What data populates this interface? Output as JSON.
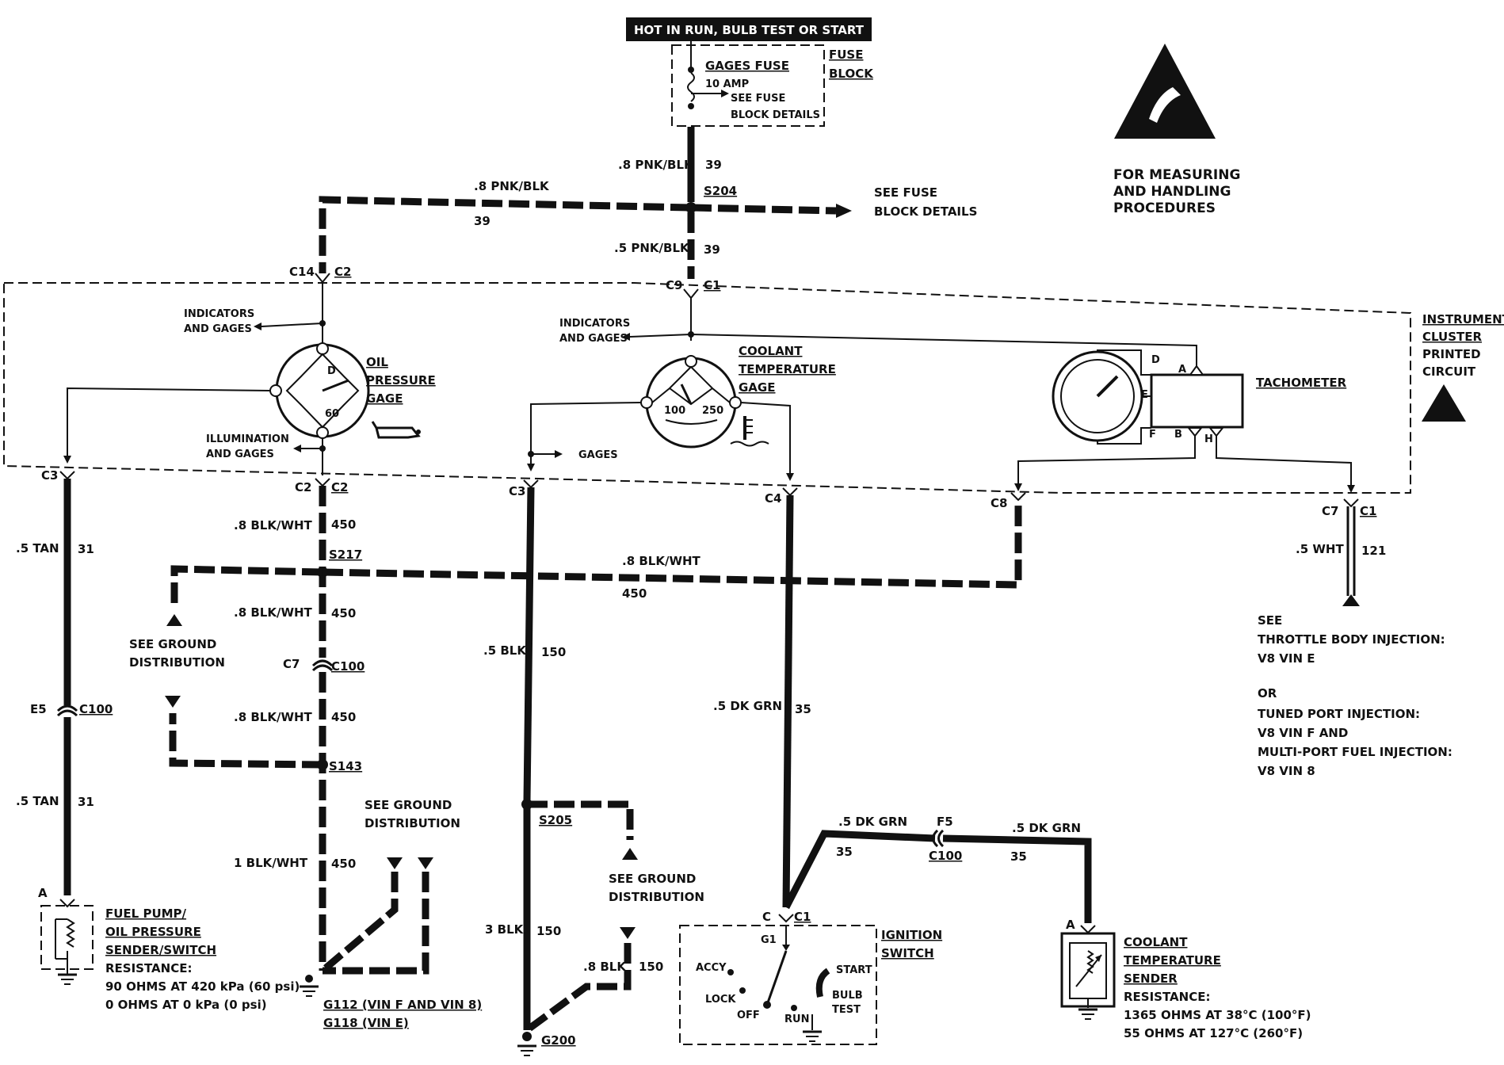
{
  "header": {
    "power": "HOT IN RUN, BULB TEST OR START"
  },
  "fuse_block": {
    "fuse_name": "GAGES FUSE",
    "fuse_rating": "10 AMP",
    "see_1": "SEE FUSE",
    "see_2": "BLOCK DETAILS",
    "block_1": "FUSE",
    "block_2": "BLOCK"
  },
  "esd": {
    "line1": "FOR MEASURING",
    "line2": "AND HANDLING",
    "line3": "PROCEDURES"
  },
  "feed": {
    "top_wire": ".8 PNK/BLK",
    "top_num": "39",
    "branch_wire": ".8 PNK/BLK",
    "branch_num": "39",
    "splice": "S204",
    "see_fuse_1": "SEE FUSE",
    "see_fuse_2": "BLOCK DETAILS",
    "mid_wire": ".5 PNK/BLK",
    "mid_num": "39"
  },
  "connectors": {
    "c14": "C14",
    "c2a": "C2",
    "c9": "C9",
    "c1a": "C1",
    "c3a": "C3",
    "c2b": "C2",
    "c2c": "C2",
    "c3b": "C3",
    "c4": "C4",
    "c8": "C8",
    "c7": "C7",
    "c1b": "C1"
  },
  "cluster": {
    "title_1": "INSTRUMENT",
    "title_2": "CLUSTER",
    "title_3": "PRINTED",
    "title_4": "CIRCUIT",
    "ind_1a": "INDICATORS",
    "ind_1b": "AND GAGES",
    "ind_2a": "INDICATORS",
    "ind_2b": "AND GAGES",
    "illum_1": "ILLUMINATION",
    "illum_2": "AND GAGES",
    "gages": "GAGES"
  },
  "oil_gage": {
    "l1": "OIL",
    "l2": "PRESSURE",
    "l3": "GAGE",
    "d": "D",
    "val": "60"
  },
  "coolant_gage": {
    "l1": "COOLANT",
    "l2": "TEMPERATURE",
    "l3": "GAGE",
    "v1": "100",
    "v2": "250"
  },
  "tach": {
    "label": "TACHOMETER",
    "pa": "A",
    "pd": "D",
    "pe": "E",
    "pf": "F",
    "pb": "B",
    "ph": "H"
  },
  "left_circuit": {
    "wire_1": ".5 TAN",
    "num_1": "31",
    "e5": "E5",
    "c100": "C100",
    "wire_2": ".5 TAN",
    "num_2": "31",
    "pin_a": "A",
    "sender_1": "FUEL PUMP/",
    "sender_2": "OIL PRESSURE",
    "sender_3": "SENDER/SWITCH",
    "res": "RESISTANCE:",
    "res_1": "90 OHMS AT 420 kPa (60 psi)",
    "res_2": "0 OHMS AT 0 kPa (0 psi)"
  },
  "ground_circuit": {
    "wire_1": ".8 BLK/WHT",
    "num_1": "450",
    "s217": "S217",
    "see_gnd_1": "SEE GROUND",
    "see_gnd_2": "DISTRIBUTION",
    "wire_2": ".8 BLK/WHT",
    "num_2": "450",
    "c7": "C7",
    "c100": "C100",
    "wire_3": ".8 BLK/WHT",
    "num_3": "450",
    "s143": "S143",
    "see_gnd_3": "SEE GROUND",
    "see_gnd_4": "DISTRIBUTION",
    "wire_4": "1 BLK/WHT",
    "num_4": "450",
    "g112": "G112 (VIN F AND VIN 8)",
    "g118": "G118 (VIN E)",
    "bus_wire": ".8 BLK/WHT",
    "bus_num": "450"
  },
  "center_ground": {
    "wire_1": ".5 BLK",
    "num_1": "150",
    "s205": "S205",
    "see_gnd_1": "SEE GROUND",
    "see_gnd_2": "DISTRIBUTION",
    "wire_2": "3 BLK",
    "num_2": "150",
    "wire_3": ".8 BLK",
    "num_3": "150",
    "g200": "G200"
  },
  "coolant_circuit": {
    "wire_1": ".5 DK GRN",
    "num_1": "35",
    "wire_2": ".5 DK GRN",
    "num_2": "35",
    "f5": "F5",
    "c100": "C100",
    "wire_3": ".5 DK GRN",
    "num_3": "35",
    "pin_a": "A",
    "sender_1": "COOLANT",
    "sender_2": "TEMPERATURE",
    "sender_3": "SENDER",
    "res": "RESISTANCE:",
    "res_1": "1365 OHMS AT 38°C (100°F)",
    "res_2": "55 OHMS AT 127°C (260°F)"
  },
  "ignition": {
    "c": "C",
    "c1": "C1",
    "g1": "G1",
    "accy": "ACCY",
    "lock": "LOCK",
    "off": "OFF",
    "run": "RUN",
    "start": "START",
    "bulb": "BULB",
    "test": "TEST",
    "title_1": "IGNITION",
    "title_2": "SWITCH"
  },
  "tach_circuit": {
    "wire": ".5 WHT",
    "num": "121",
    "see": "SEE",
    "tbi": "THROTTLE BODY INJECTION:",
    "tbi_v": "V8 VIN E",
    "or": "OR",
    "tpi": "TUNED PORT INJECTION:",
    "tpi_v": "V8 VIN F AND",
    "mpfi": "MULTI-PORT FUEL INJECTION:",
    "mpfi_v": "V8 VIN 8"
  }
}
